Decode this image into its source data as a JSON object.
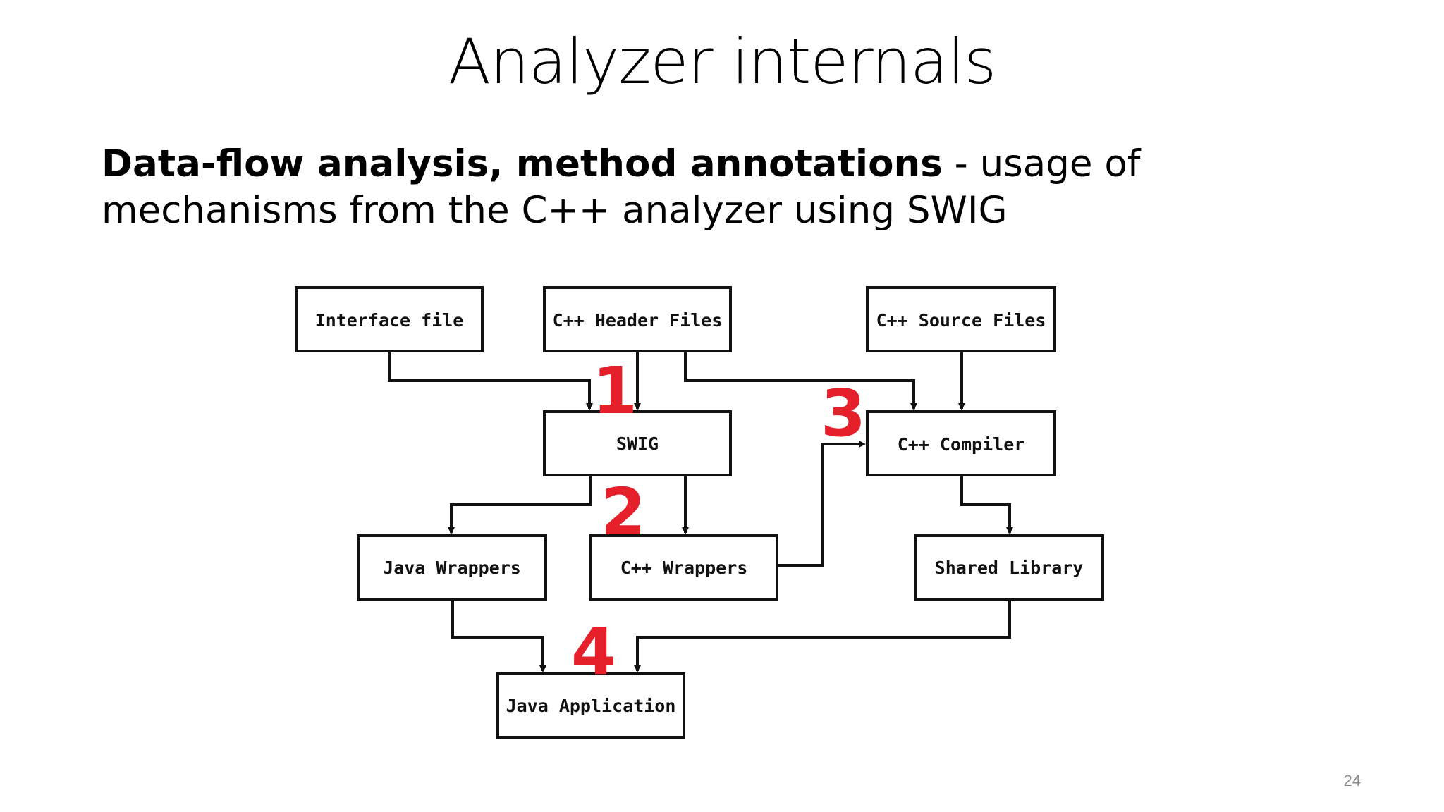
{
  "slide": {
    "title": "Analyzer internals",
    "subtitle_bold": "Data-flow analysis, method annotations",
    "subtitle_rest": "  - usage of mechanisms from the C++ analyzer using SWIG",
    "page_number": "24"
  },
  "diagram": {
    "nodes": {
      "interface_file": "Interface file",
      "cpp_header_files": "C++ Header Files",
      "cpp_source_files": "C++ Source Files",
      "swig": "SWIG",
      "cpp_compiler": "C++ Compiler",
      "java_wrappers": "Java Wrappers",
      "cpp_wrappers": "C++ Wrappers",
      "shared_library": "Shared Library",
      "java_application": "Java Application"
    },
    "steps": {
      "one": "1",
      "two": "2",
      "three": "3",
      "four": "4"
    },
    "step_color": "#e5202a"
  }
}
